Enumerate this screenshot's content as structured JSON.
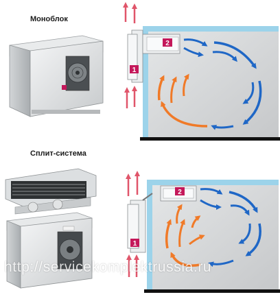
{
  "sections": [
    {
      "title": "Моноблок",
      "unit_labels": [
        "1",
        "2"
      ]
    },
    {
      "title": "Сплит-система",
      "unit_labels": [
        "1",
        "2"
      ]
    }
  ],
  "watermark": "http://servicekomplektrussia.ru",
  "colors": {
    "warm_arrow": "#f07a28",
    "cool_arrow": "#1f67c6",
    "exhaust_arrow": "#e0556a",
    "label_box": "#c4185a",
    "wall": "#9cd3ea",
    "room": "#d3d5d6"
  }
}
